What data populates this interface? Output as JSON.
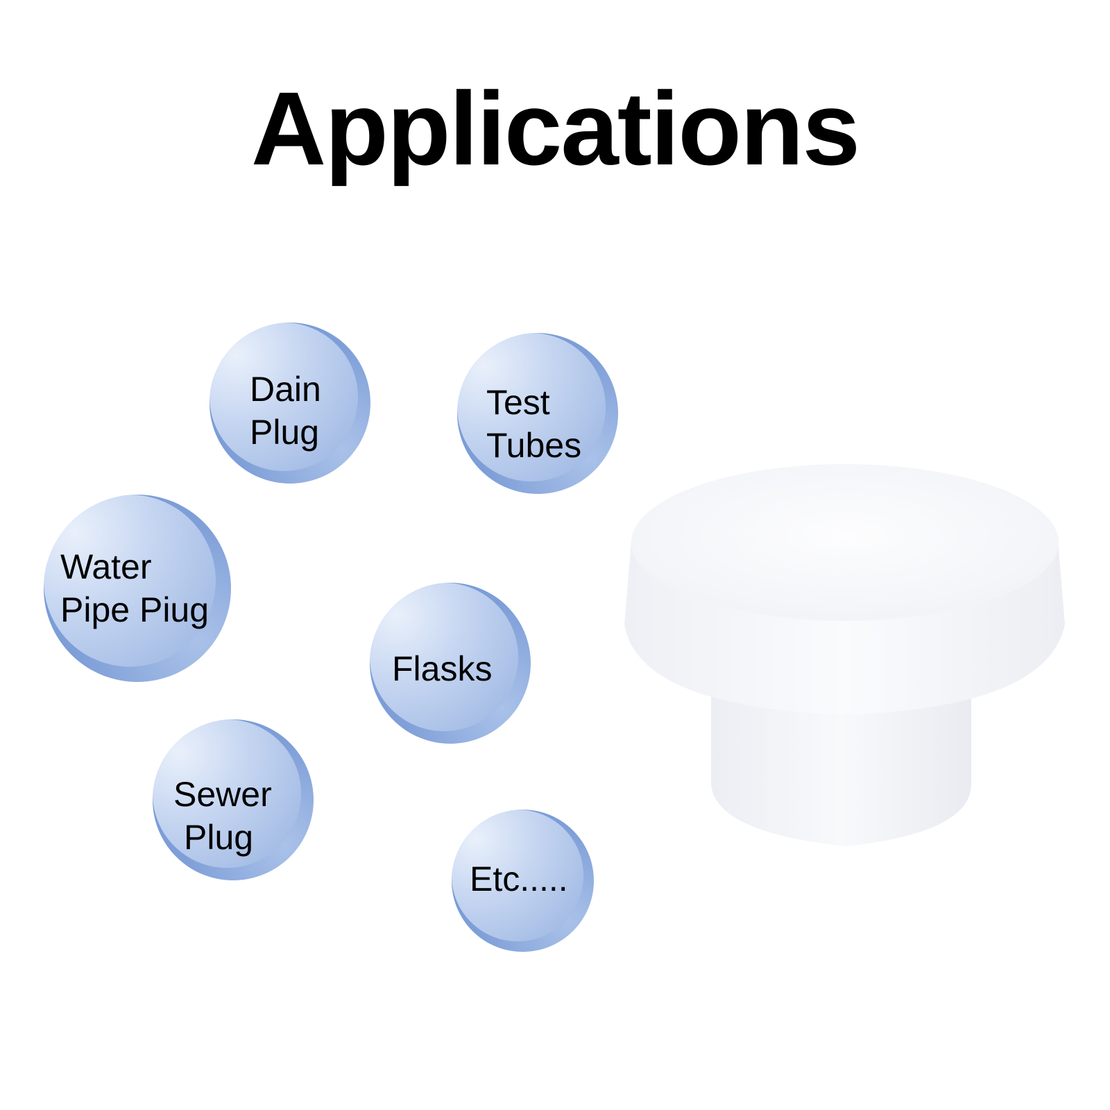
{
  "title": "Applications",
  "accent_colors": {
    "bubble_dark": "#7397d4",
    "bubble_light": "#e9f0fb",
    "product": "#f6f7fa"
  },
  "bubbles": [
    {
      "id": "dain-plug",
      "line1": "Dain",
      "line2": "Plug"
    },
    {
      "id": "test-tubes",
      "line1": "Test",
      "line2": "Tubes"
    },
    {
      "id": "water-pipe-piug",
      "line1": "Water",
      "line2": "Pipe Piug"
    },
    {
      "id": "flasks",
      "line1": "Flasks",
      "line2": ""
    },
    {
      "id": "sewer-plug",
      "line1": "Sewer",
      "line2": "Plug"
    },
    {
      "id": "etc",
      "line1": "Etc.....",
      "line2": ""
    }
  ],
  "product_image": "white-silicone-stopper"
}
